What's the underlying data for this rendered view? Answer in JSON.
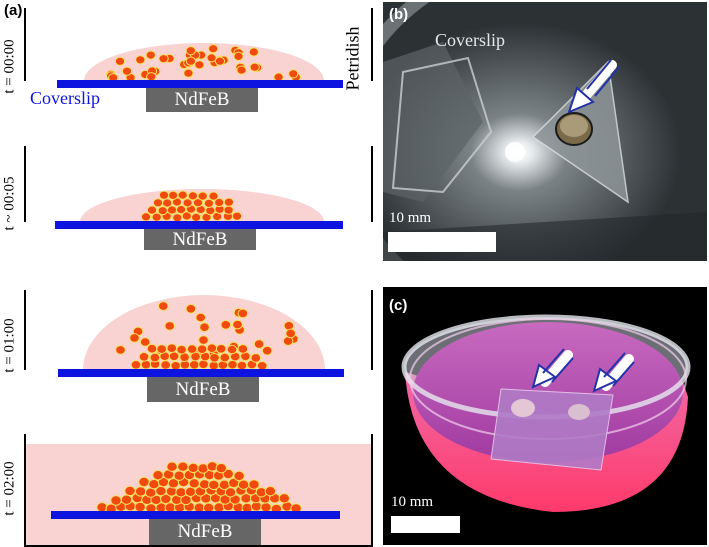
{
  "panels": {
    "a": {
      "label": "(a)",
      "times": [
        "t = 00:00",
        "t ~ 00:05",
        "t = 01:00",
        "t = 02:00"
      ],
      "coverslip_label": "Coverslip",
      "petridish_label": "Petridish",
      "magnet_label": "NdFeB"
    },
    "b": {
      "label": "(b)",
      "coverslip_label": "Coverslip",
      "scale_label": "10 mm"
    },
    "c": {
      "label": "(c)",
      "scale_label": "10 mm"
    }
  },
  "colors": {
    "coverslip": "#0d14e0",
    "magnet": "#666666",
    "medium": "#f9d2d2",
    "cell": "#f04a10",
    "cell_stroke": "#f6e060"
  }
}
